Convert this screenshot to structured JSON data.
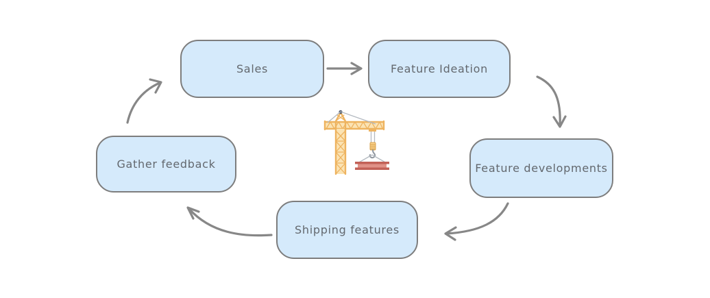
{
  "diagram": {
    "type": "cycle-flowchart",
    "nodes": [
      {
        "id": "sales",
        "label": "Sales"
      },
      {
        "id": "feature-ideation",
        "label": "Feature Ideation"
      },
      {
        "id": "feature-developments",
        "label": "Feature developments"
      },
      {
        "id": "shipping-features",
        "label": "Shipping features"
      },
      {
        "id": "gather-feedback",
        "label": "Gather feedback"
      }
    ],
    "edges": [
      {
        "from": "Sales",
        "to": "Feature Ideation",
        "style": "straight"
      },
      {
        "from": "Feature Ideation",
        "to": "Feature developments",
        "style": "curved"
      },
      {
        "from": "Feature developments",
        "to": "Shipping features",
        "style": "curved"
      },
      {
        "from": "Shipping features",
        "to": "Gather feedback",
        "style": "curved"
      },
      {
        "from": "Gather feedback",
        "to": "Sales",
        "style": "curved"
      }
    ],
    "center_icon": "construction-crane",
    "colors": {
      "background": "#ffffff",
      "node_fill": "#d5eafb",
      "node_border": "#7d7d7d",
      "node_text": "#63686e",
      "arrow": "#878787",
      "crane_yellow": "#f7cd85",
      "crane_outline": "#eeb35f",
      "beam_red": "#c26157",
      "cable_gray": "#b3b9c0"
    }
  }
}
